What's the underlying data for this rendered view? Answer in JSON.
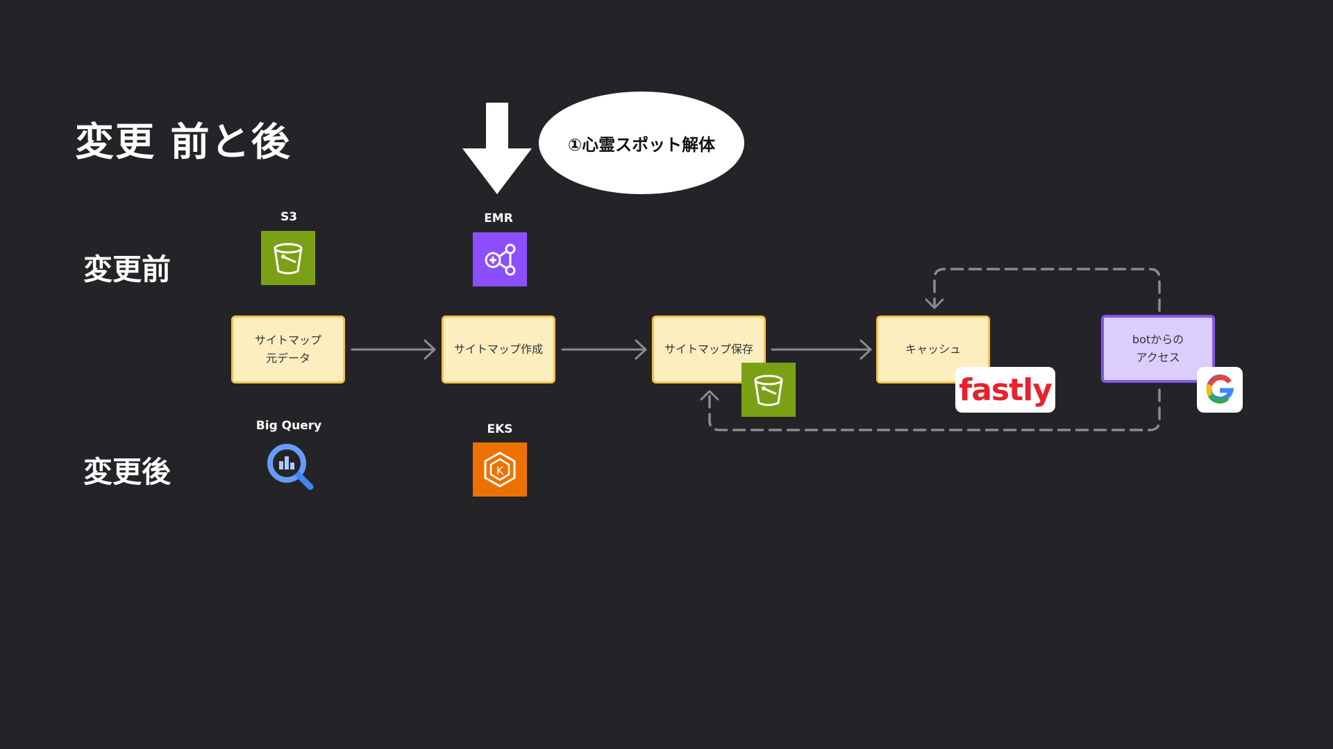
{
  "title": "変更 前と後",
  "callout": "①心霊スポット解体",
  "rows": {
    "before": "変更前",
    "after": "変更後"
  },
  "services": {
    "s3": {
      "label": "S3",
      "icon": "s3-bucket-icon",
      "color": "#7aa116"
    },
    "emr": {
      "label": "EMR",
      "icon": "emr-icon",
      "color": "#8c4fff"
    },
    "bigquery": {
      "label": "Big Query",
      "icon": "bigquery-icon",
      "color": "#669df6"
    },
    "eks": {
      "label": "EKS",
      "icon": "eks-icon",
      "color": "#ed7100"
    }
  },
  "nodes": {
    "source": {
      "line1": "サイトマップ",
      "line2": "元データ"
    },
    "create": "サイトマップ作成",
    "save": "サイトマップ保存",
    "cache": "キャッシュ",
    "bot": {
      "line1": "botからの",
      "line2": "アクセス"
    }
  },
  "badges": {
    "fastly": "fastly",
    "google": "google-g-icon",
    "storage": "s3-bucket-icon"
  },
  "colors": {
    "node_fill": "#fdeec0",
    "node_border": "#f7c24a",
    "bot_fill": "#dbcdfc",
    "bot_border": "#8257e6",
    "fastly_red": "#e8222c",
    "background": "#242428"
  }
}
